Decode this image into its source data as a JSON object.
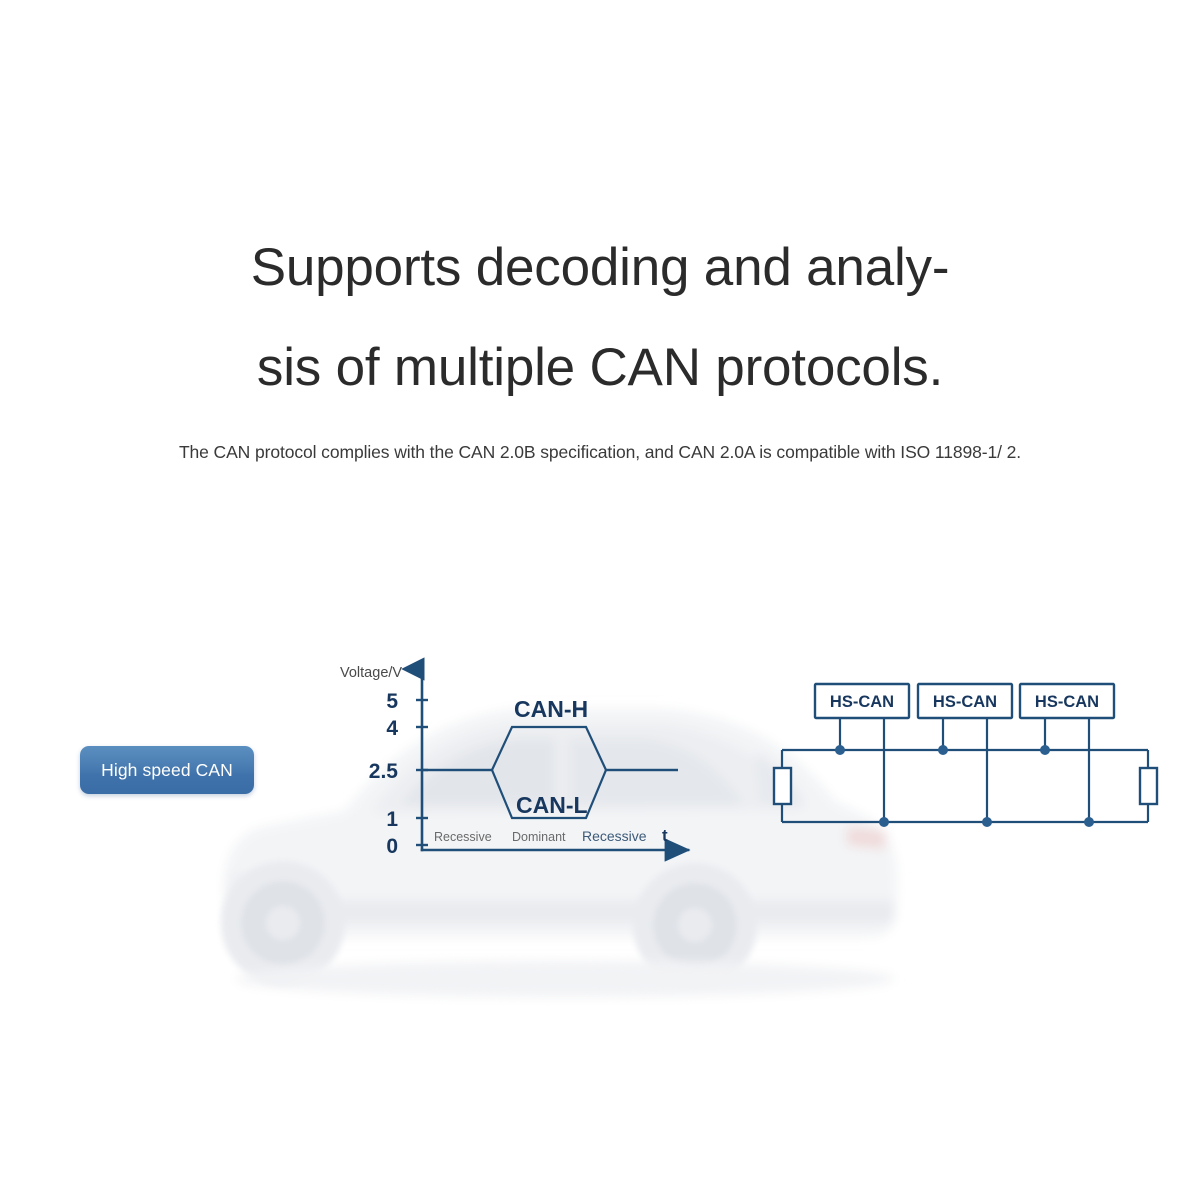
{
  "page": {
    "background_color": "#ffffff",
    "accent_blue": "#1f4e79",
    "button_blue": "#4a7db2"
  },
  "headline": {
    "line1": "Supports decoding and analy-",
    "line2": "sis of multiple CAN protocols."
  },
  "subtitle": {
    "text": "The CAN protocol complies with the CAN 2.0B specification, and CAN 2.0A is compatible with ISO 11898-1/ 2."
  },
  "button": {
    "label": "High speed CAN"
  },
  "background_image": {
    "name": "suv-car-silhouette",
    "description": "faint white SUV side view"
  },
  "waveform_diagram": {
    "y_axis_caption": "Voltage/V",
    "y_ticks": [
      "5",
      "4",
      "2.5",
      "1",
      "0"
    ],
    "x_axis_label": "t",
    "signal_labels": {
      "high": "CAN-H",
      "low": "CAN-L"
    },
    "state_labels": [
      "Recessive",
      "Dominant",
      "Recessive"
    ]
  },
  "topology_diagram": {
    "nodes": [
      {
        "label": "HS-CAN"
      },
      {
        "label": "HS-CAN"
      },
      {
        "label": "HS-CAN"
      }
    ],
    "terminators": [
      {
        "name": "left-terminating-resistor"
      },
      {
        "name": "right-terminating-resistor"
      }
    ]
  },
  "chart_data": {
    "type": "line",
    "title": "CAN bus differential signalling levels",
    "xlabel": "t",
    "ylabel": "Voltage/V",
    "ylim": [
      0,
      5.6
    ],
    "ytick_values": [
      5,
      4,
      2.5,
      1,
      0
    ],
    "grid": false,
    "legend": "inline-annotations",
    "annotations": [
      "Recessive",
      "Dominant",
      "Recessive"
    ],
    "series": [
      {
        "name": "CAN-H",
        "x": [
          0,
          0.3,
          0.36,
          0.64,
          0.7,
          1.0
        ],
        "values": [
          2.5,
          2.5,
          4.0,
          4.0,
          2.5,
          2.5
        ]
      },
      {
        "name": "CAN-L",
        "x": [
          0,
          0.3,
          0.36,
          0.64,
          0.7,
          1.0
        ],
        "values": [
          2.5,
          2.5,
          1.0,
          1.0,
          2.5,
          2.5
        ]
      }
    ]
  }
}
